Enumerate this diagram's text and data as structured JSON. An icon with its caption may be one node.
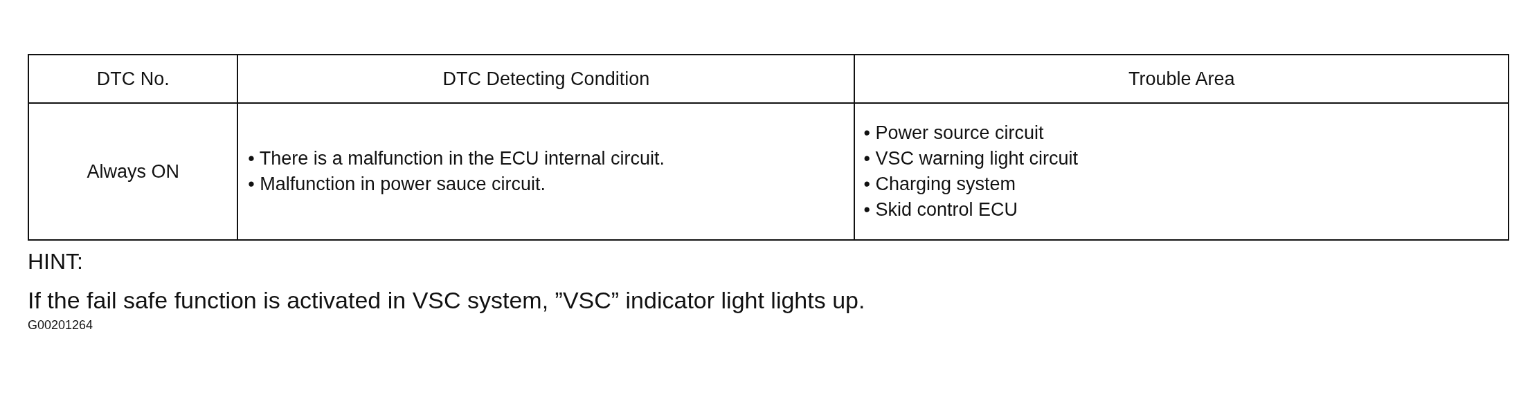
{
  "diagram": {
    "labels": [
      "DTC No.",
      "DTC Detecting Condition",
      "Trouble Area",
      "Always ON",
      "• There is a malfunction in the ECU internal circuit.",
      "• Malfunction in power sauce circuit.",
      "• Power source circuit",
      "• VSC warning light circuit",
      "• Charging system",
      "• Skid control ECU",
      "HINT:",
      "If the fail safe function is activated in VSC system, ”VSC” indicator light lights up.",
      "G00201264"
    ]
  }
}
